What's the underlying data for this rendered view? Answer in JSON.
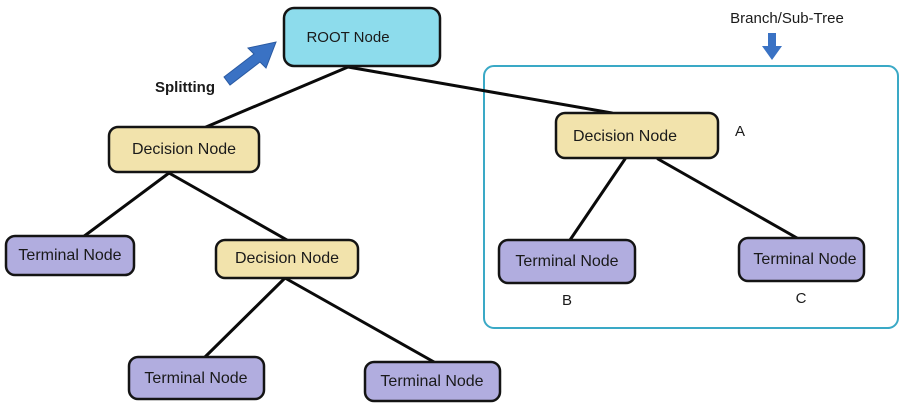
{
  "root": {
    "label": "ROOT Node"
  },
  "left_branch": {
    "decision": {
      "label": "Decision Node"
    },
    "terminal": {
      "label": "Terminal Node"
    },
    "inner_decision": {
      "label": "Decision Node"
    },
    "inner_terminal_left": {
      "label": "Terminal Node"
    },
    "inner_terminal_right": {
      "label": "Terminal Node"
    }
  },
  "sub_tree": {
    "caption": "Branch/Sub-Tree",
    "decision": {
      "label": "Decision Node",
      "tag": "A"
    },
    "terminal_left": {
      "label": "Terminal Node",
      "tag": "B"
    },
    "terminal_right": {
      "label": "Terminal Node",
      "tag": "C"
    }
  },
  "splitting_label": "Splitting",
  "colors": {
    "root_fill": "#8ddcec",
    "decision_fill": "#f2e3ac",
    "terminal_fill": "#b1addf",
    "node_border": "#141414",
    "subtree_border": "#3aa9c6",
    "arrow_fill": "#3a72c4",
    "edge": "#0a0a0a"
  }
}
